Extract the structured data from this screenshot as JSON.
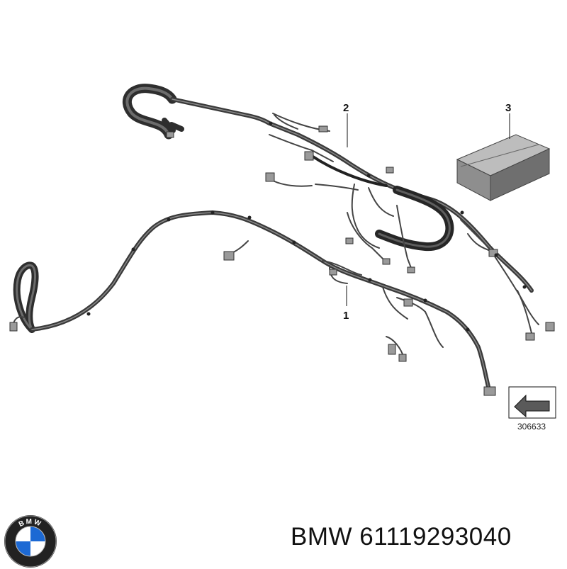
{
  "callouts": {
    "harness_1": "1",
    "harness_2": "2",
    "box_3": "3"
  },
  "reference_number": "306633",
  "brand": "BMW",
  "part_number": "61119293040",
  "logo_letters": "BMW",
  "colors": {
    "cable": "#3a3a3a",
    "cable_highlight": "#7a7a7a",
    "box_top": "#bdbdbd",
    "box_front": "#8e8e8e",
    "box_side": "#6f6f6f",
    "logo_blue": "#1c69d4"
  }
}
